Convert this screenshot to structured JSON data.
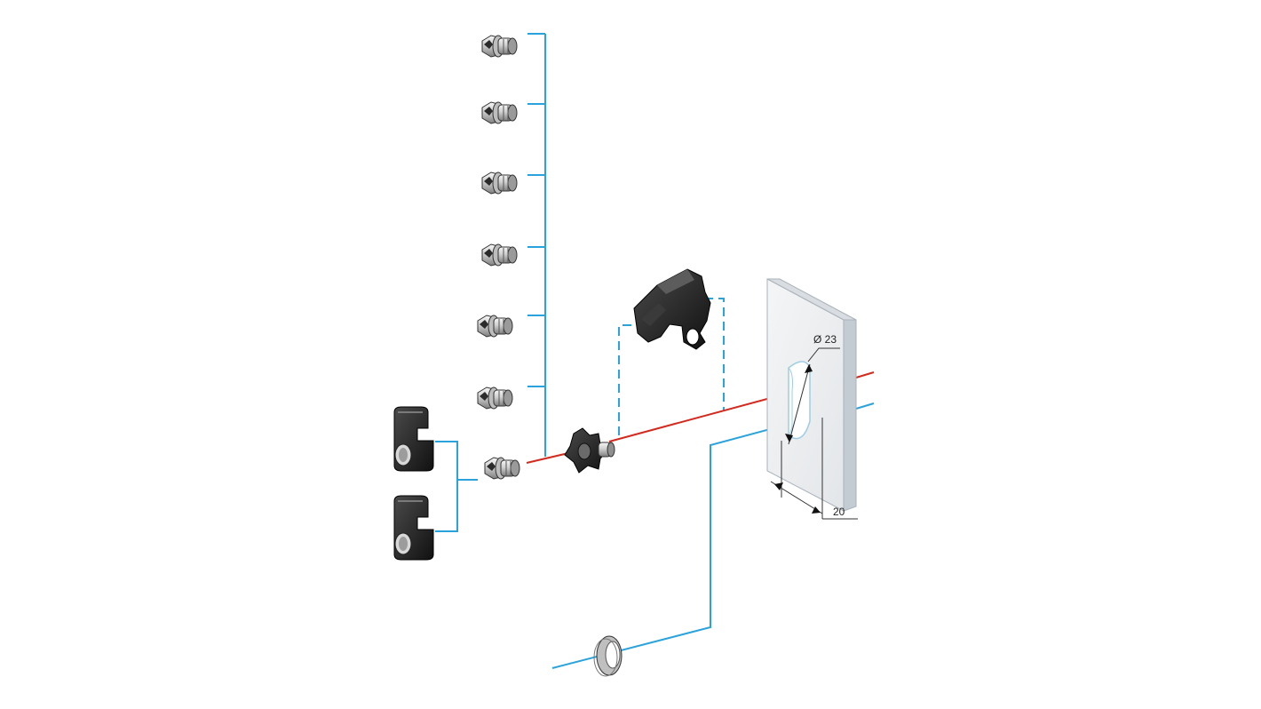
{
  "dimensions": {
    "diameter_label": "Ø 23",
    "width_label": "20"
  },
  "colors": {
    "guide_line": "#2aa3dc",
    "axis_line": "#d42a1e",
    "dimension_line": "#333333",
    "part_dark": "#1f1f1f",
    "part_light": "#cfcfcf",
    "panel_face": "#eef0f2",
    "panel_edge": "#a9b2bb"
  },
  "parts": {
    "insert_count": 7,
    "cylinder_lock_count": 2,
    "icons": [
      "insert-icon",
      "cylinder-lock-icon",
      "handle-body-icon",
      "latch-cam-icon",
      "panel-door-icon",
      "seal-ring-icon"
    ]
  }
}
